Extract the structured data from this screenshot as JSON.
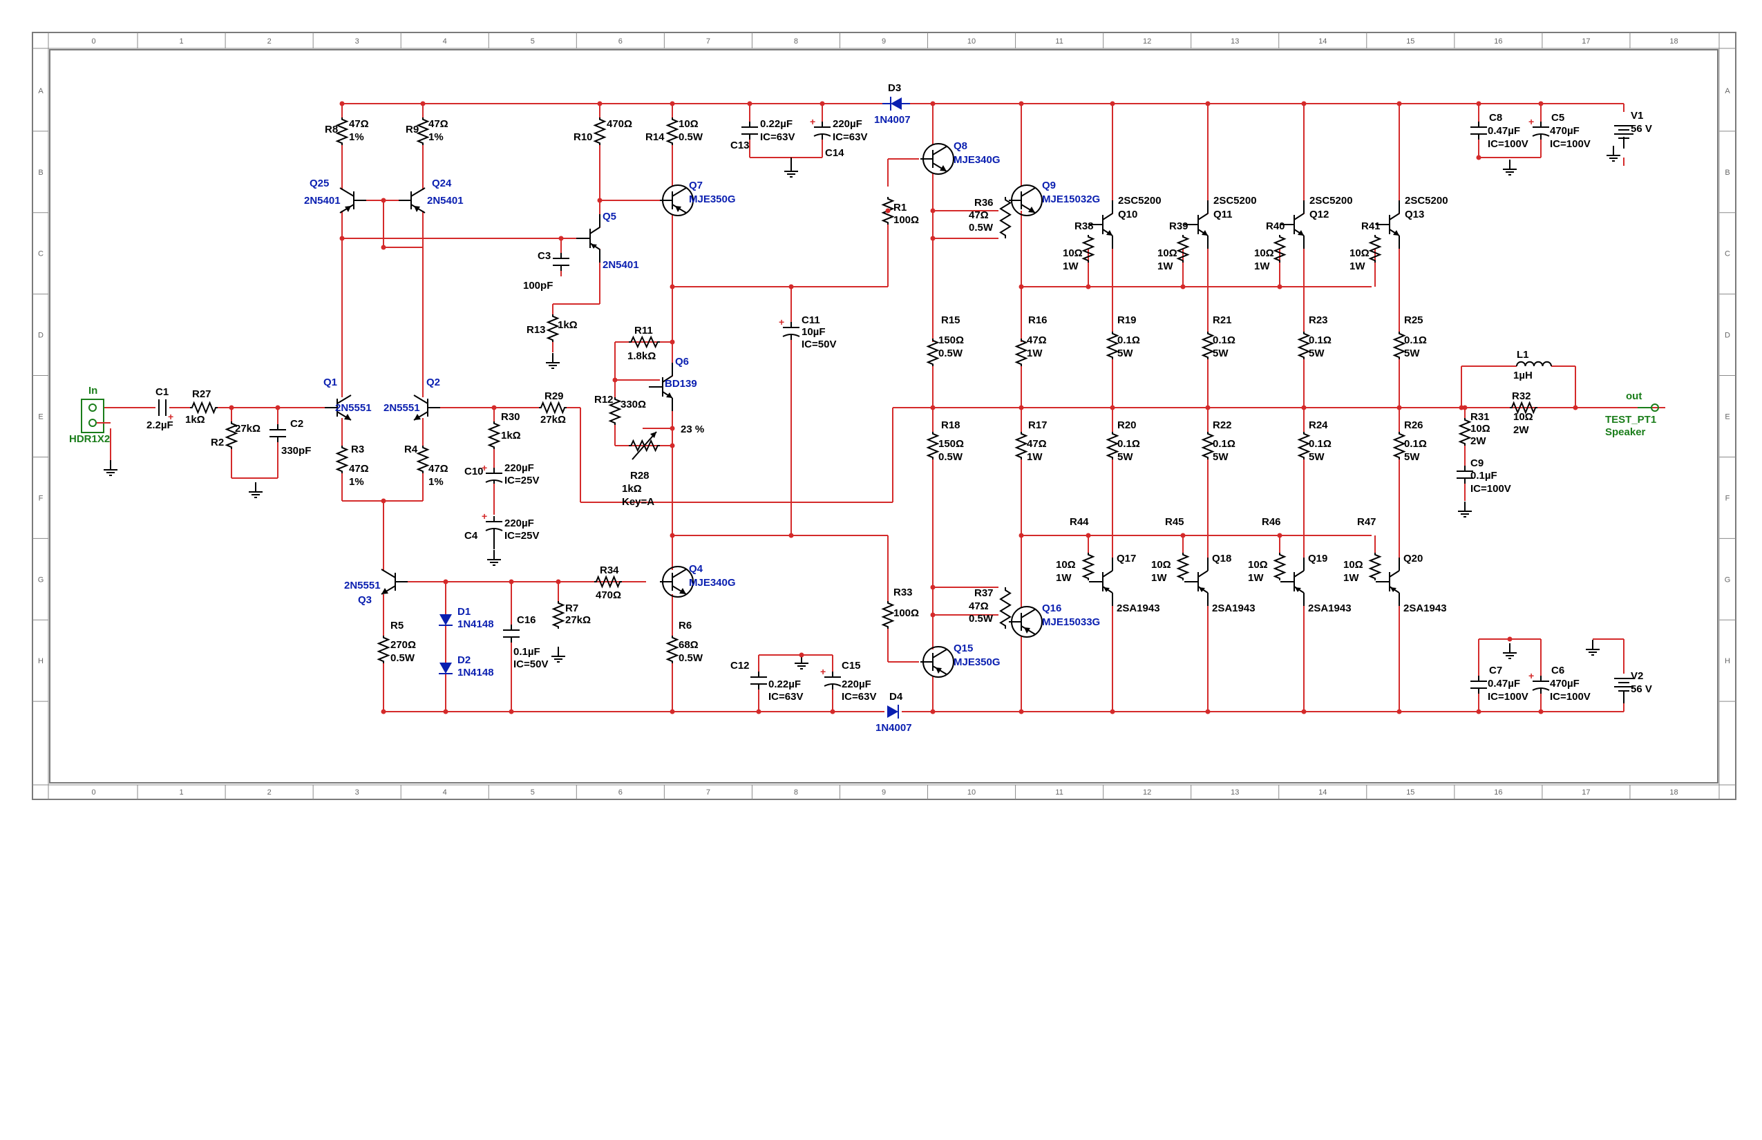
{
  "border": {
    "columns": [
      "0",
      "1",
      "2",
      "3",
      "4",
      "5",
      "6",
      "7",
      "8",
      "9",
      "10",
      "11",
      "12",
      "13",
      "14",
      "15",
      "16",
      "17",
      "18"
    ],
    "rows": [
      "A",
      "B",
      "C",
      "D",
      "E",
      "F",
      "G",
      "H"
    ]
  },
  "components": {
    "R8": {
      "ref": "R8",
      "value": "47Ω",
      "extra": "1%"
    },
    "R9": {
      "ref": "R9",
      "value": "47Ω",
      "extra": "1%"
    },
    "R10": {
      "ref": "R10",
      "value": "470Ω"
    },
    "R14": {
      "ref": "R14",
      "value": "10Ω",
      "extra": "0.5W"
    },
    "C13": {
      "ref": "C13",
      "value": "0.22µF",
      "extra": "IC=63V"
    },
    "C14": {
      "ref": "C14",
      "value": "220µF",
      "extra": "IC=63V"
    },
    "D3": {
      "ref": "D3",
      "value": "1N4007"
    },
    "Q8": {
      "ref": "Q8",
      "value": "MJE340G"
    },
    "Q25": {
      "ref": "Q25",
      "value": "2N5401"
    },
    "Q24": {
      "ref": "Q24",
      "value": "2N5401"
    },
    "Q7": {
      "ref": "Q7",
      "value": "MJE350G"
    },
    "Q5": {
      "ref": "Q5",
      "value": "2N5401"
    },
    "C3": {
      "ref": "C3",
      "value": "100pF"
    },
    "R13": {
      "ref": "R13",
      "value": "1kΩ"
    },
    "R1": {
      "ref": "R1",
      "value": "100Ω"
    },
    "R36": {
      "ref": "R36",
      "value": "47Ω",
      "extra": "0.5W"
    },
    "Q9": {
      "ref": "Q9",
      "value": "MJE15032G"
    },
    "Q10": {
      "ref": "Q10",
      "value": "2SC5200"
    },
    "Q11": {
      "ref": "Q11",
      "value": "2SC5200"
    },
    "Q12": {
      "ref": "Q12",
      "value": "2SC5200"
    },
    "Q13": {
      "ref": "Q13",
      "value": "2SC5200"
    },
    "R38": {
      "ref": "R38",
      "value": "10Ω",
      "extra": "1W"
    },
    "R39": {
      "ref": "R39",
      "value": "10Ω",
      "extra": "1W"
    },
    "R40": {
      "ref": "R40",
      "value": "10Ω",
      "extra": "1W"
    },
    "R41": {
      "ref": "R41",
      "value": "10Ω",
      "extra": "1W"
    },
    "C8": {
      "ref": "C8",
      "value": "0.47µF",
      "extra": "IC=100V"
    },
    "C5": {
      "ref": "C5",
      "value": "470µF",
      "extra": "IC=100V"
    },
    "V1": {
      "ref": "V1",
      "value": "56 V"
    },
    "R11": {
      "ref": "R11",
      "value": "1.8kΩ"
    },
    "Q6": {
      "ref": "Q6",
      "value": "BD139"
    },
    "R12": {
      "ref": "R12",
      "value": "330Ω"
    },
    "R28": {
      "ref": "R28",
      "value": "1kΩ",
      "extra": "Key=A",
      "pct": "23 %"
    },
    "C11": {
      "ref": "C11",
      "value": "10µF",
      "extra": "IC=50V"
    },
    "R15": {
      "ref": "R15",
      "value": "150Ω",
      "extra": "0.5W"
    },
    "R16": {
      "ref": "R16",
      "value": "47Ω",
      "extra": "1W"
    },
    "R19": {
      "ref": "R19",
      "value": "0.1Ω",
      "extra": "5W"
    },
    "R21": {
      "ref": "R21",
      "value": "0.1Ω",
      "extra": "5W"
    },
    "R23": {
      "ref": "R23",
      "value": "0.1Ω",
      "extra": "5W"
    },
    "R25": {
      "ref": "R25",
      "value": "0.1Ω",
      "extra": "5W"
    },
    "IN": {
      "ref": "In",
      "value": "HDR1X2"
    },
    "C1": {
      "ref": "C1",
      "value": "2.2µF"
    },
    "R27": {
      "ref": "R27",
      "value": "1kΩ"
    },
    "R2": {
      "ref": "R2",
      "value": "27kΩ"
    },
    "C2": {
      "ref": "C2",
      "value": "330pF"
    },
    "Q1": {
      "ref": "Q1",
      "value": "2N5551"
    },
    "Q2": {
      "ref": "Q2",
      "value": "2N5551"
    },
    "R30": {
      "ref": "R30",
      "value": "1kΩ"
    },
    "R29": {
      "ref": "R29",
      "value": "27kΩ"
    },
    "L1": {
      "ref": "L1",
      "value": "1µH"
    },
    "R32": {
      "ref": "R32",
      "value": "10Ω",
      "extra": "2W"
    },
    "OUT": {
      "ref": "out",
      "value": "TEST_PT1",
      "extra": "Speaker"
    },
    "R31": {
      "ref": "R31",
      "value": "10Ω",
      "extra": "2W"
    },
    "C9": {
      "ref": "C9",
      "value": "0.1µF",
      "extra": "IC=100V"
    },
    "R3": {
      "ref": "R3",
      "value": "47Ω",
      "extra": "1%"
    },
    "R4": {
      "ref": "R4",
      "value": "47Ω",
      "extra": "1%"
    },
    "C10": {
      "ref": "C10",
      "value": "220µF",
      "extra": "IC=25V"
    },
    "C4": {
      "ref": "C4",
      "value": "220µF",
      "extra": "IC=25V"
    },
    "R18": {
      "ref": "R18",
      "value": "150Ω",
      "extra": "0.5W"
    },
    "R17": {
      "ref": "R17",
      "value": "47Ω",
      "extra": "1W"
    },
    "R20": {
      "ref": "R20",
      "value": "0.1Ω",
      "extra": "5W"
    },
    "R22": {
      "ref": "R22",
      "value": "0.1Ω",
      "extra": "5W"
    },
    "R24": {
      "ref": "R24",
      "value": "0.1Ω",
      "extra": "5W"
    },
    "R26": {
      "ref": "R26",
      "value": "0.1Ω",
      "extra": "5W"
    },
    "R44": {
      "ref": "R44",
      "value": "10Ω",
      "extra": "1W"
    },
    "R45": {
      "ref": "R45",
      "value": "10Ω",
      "extra": "1W"
    },
    "R46": {
      "ref": "R46",
      "value": "10Ω",
      "extra": "1W"
    },
    "R47": {
      "ref": "R47",
      "value": "10Ω",
      "extra": "1W"
    },
    "Q17": {
      "ref": "Q17",
      "value": "2SA1943"
    },
    "Q18": {
      "ref": "Q18",
      "value": "2SA1943"
    },
    "Q19": {
      "ref": "Q19",
      "value": "2SA1943"
    },
    "Q20": {
      "ref": "Q20",
      "value": "2SA1943"
    },
    "Q3": {
      "ref": "Q3",
      "value": "2N5551"
    },
    "D1": {
      "ref": "D1",
      "value": "1N4148"
    },
    "D2": {
      "ref": "D2",
      "value": "1N4148"
    },
    "C16": {
      "ref": "C16",
      "value": "0.1µF",
      "extra": "IC=50V"
    },
    "R7": {
      "ref": "R7",
      "value": "27kΩ"
    },
    "R34": {
      "ref": "R34",
      "value": "470Ω"
    },
    "Q4": {
      "ref": "Q4",
      "value": "MJE340G"
    },
    "R5": {
      "ref": "R5",
      "value": "270Ω",
      "extra": "0.5W"
    },
    "R6": {
      "ref": "R6",
      "value": "68Ω",
      "extra": "0.5W"
    },
    "R33": {
      "ref": "R33",
      "value": "100Ω"
    },
    "R37": {
      "ref": "R37",
      "value": "47Ω",
      "extra": "0.5W"
    },
    "Q16": {
      "ref": "Q16",
      "value": "MJE15033G"
    },
    "Q15": {
      "ref": "Q15",
      "value": "MJE350G"
    },
    "C12": {
      "ref": "C12",
      "value": "0.22µF",
      "extra": "IC=63V"
    },
    "C15": {
      "ref": "C15",
      "value": "220µF",
      "extra": "IC=63V"
    },
    "D4": {
      "ref": "D4",
      "value": "1N4007"
    },
    "C7": {
      "ref": "C7",
      "value": "0.47µF",
      "extra": "IC=100V"
    },
    "C6": {
      "ref": "C6",
      "value": "470µF",
      "extra": "IC=100V"
    },
    "V2": {
      "ref": "V2",
      "value": "56 V"
    }
  }
}
